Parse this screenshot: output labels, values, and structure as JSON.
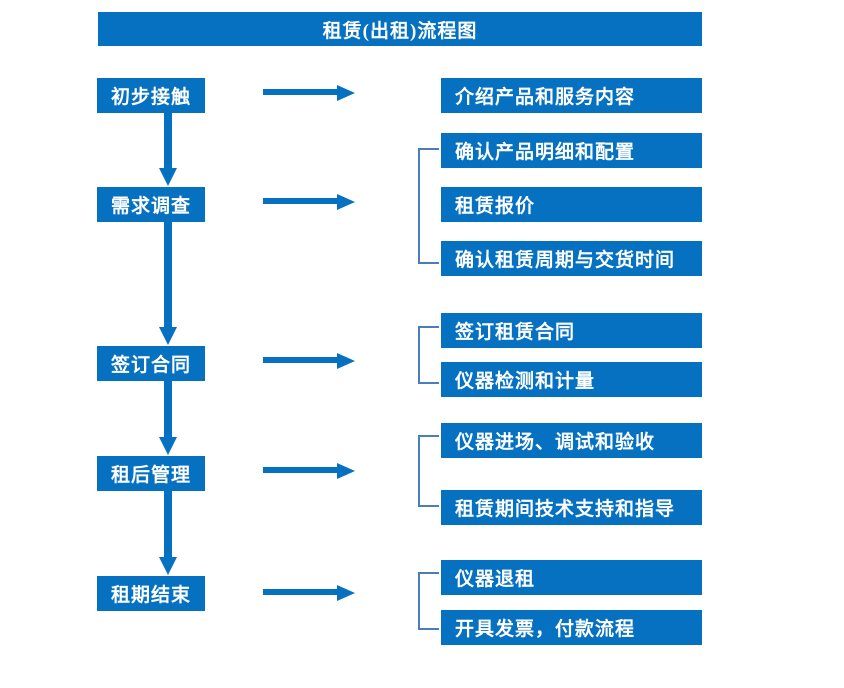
{
  "diagram": {
    "title": "租赁(出租)流程图",
    "accent_color": "#0571c0",
    "bracket_color": "#4a7ebb",
    "text_color": "#ffffff",
    "background_color": "#ffffff",
    "stages": [
      {
        "label": "初步接触"
      },
      {
        "label": "需求调查"
      },
      {
        "label": "签订合同"
      },
      {
        "label": "租后管理"
      },
      {
        "label": "租期结束"
      }
    ],
    "details": [
      {
        "label": "介绍产品和服务内容"
      },
      {
        "label": "确认产品明细和配置"
      },
      {
        "label": "租赁报价"
      },
      {
        "label": "确认租赁周期与交货时间"
      },
      {
        "label": "签订租赁合同"
      },
      {
        "label": "仪器检测和计量"
      },
      {
        "label": "仪器进场、调试和验收"
      },
      {
        "label": "租赁期间技术支持和指导"
      },
      {
        "label": "仪器退租"
      },
      {
        "label": "开具发票，付款流程"
      }
    ]
  }
}
